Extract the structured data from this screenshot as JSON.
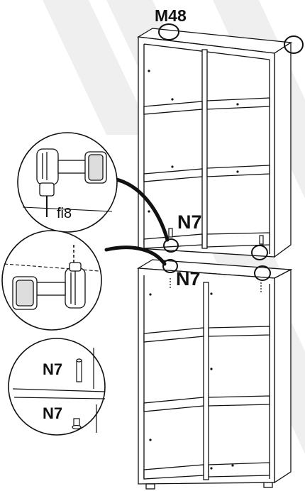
{
  "labels": {
    "part_m48": "M48",
    "part_n7": "N7",
    "drill_size": "fi8"
  },
  "colors": {
    "line": "#111111",
    "watermark": "#f0f0f0",
    "panel_fill": "#ffffff"
  },
  "watermark_icon": "diagonal-stripes-watermark",
  "detail_icons": [
    "drill-icon",
    "drill-icon",
    "dowel-detail"
  ]
}
